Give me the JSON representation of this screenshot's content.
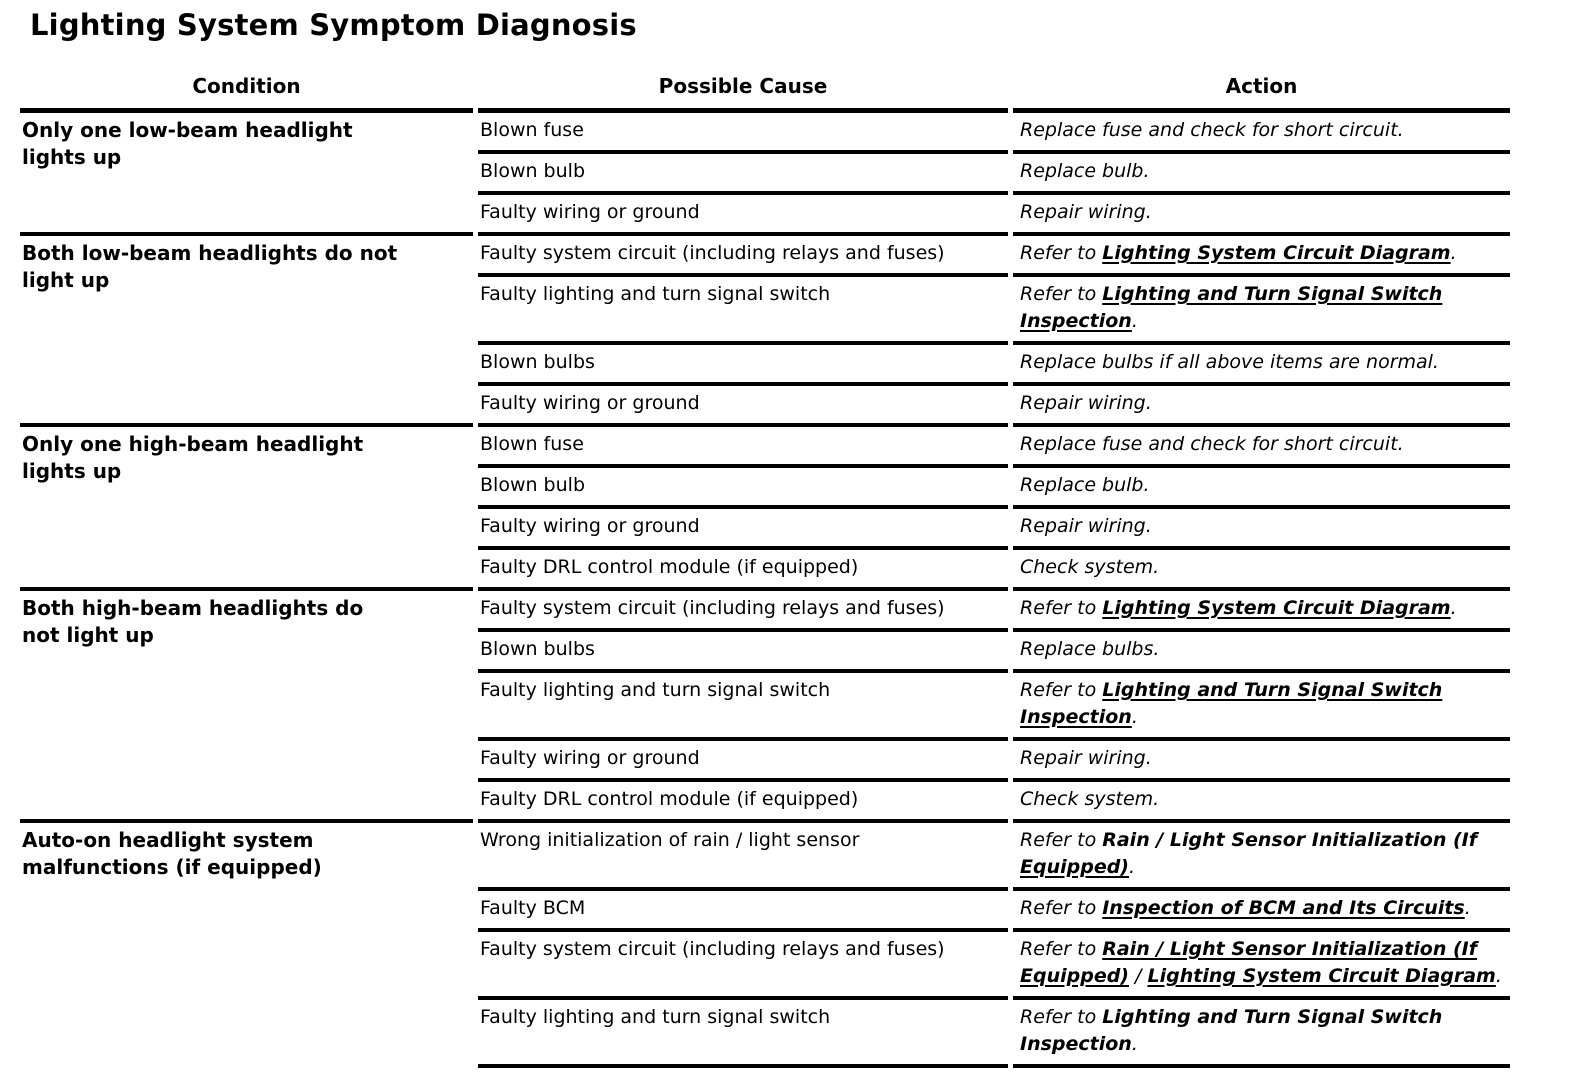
{
  "title": "Lighting System Symptom Diagnosis",
  "table": {
    "headers": {
      "condition": "Condition",
      "cause": "Possible Cause",
      "action": "Action"
    },
    "groups": [
      {
        "condition": "Only one low-beam headlight lights up",
        "rows": [
          {
            "cause": "Blown fuse",
            "action": [
              {
                "text": "Replace fuse and check for short circuit.",
                "style": "plain"
              }
            ]
          },
          {
            "cause": "Blown bulb",
            "action": [
              {
                "text": "Replace bulb.",
                "style": "plain"
              }
            ]
          },
          {
            "cause": "Faulty wiring or ground",
            "action": [
              {
                "text": "Repair wiring.",
                "style": "plain"
              }
            ]
          }
        ]
      },
      {
        "condition": "Both low-beam headlights do not light up",
        "rows": [
          {
            "cause": "Faulty system circuit (including relays and fuses)",
            "action": [
              {
                "text": "Refer to ",
                "style": "plain"
              },
              {
                "text": "Lighting System Circuit Diagram",
                "style": "link"
              },
              {
                "text": ".",
                "style": "plain"
              }
            ]
          },
          {
            "cause": "Faulty lighting and turn signal switch",
            "action": [
              {
                "text": "Refer to ",
                "style": "plain"
              },
              {
                "text": "Lighting and Turn Signal Switch Inspection",
                "style": "link"
              },
              {
                "text": ".",
                "style": "plain"
              }
            ]
          },
          {
            "cause": "Blown bulbs",
            "action": [
              {
                "text": "Replace bulbs if all above items are normal.",
                "style": "plain"
              }
            ]
          },
          {
            "cause": "Faulty wiring or ground",
            "action": [
              {
                "text": "Repair wiring.",
                "style": "plain"
              }
            ]
          }
        ]
      },
      {
        "condition": "Only one high-beam headlight lights up",
        "rows": [
          {
            "cause": "Blown fuse",
            "action": [
              {
                "text": "Replace fuse and check for short circuit.",
                "style": "plain"
              }
            ]
          },
          {
            "cause": "Blown bulb",
            "action": [
              {
                "text": "Replace bulb.",
                "style": "plain"
              }
            ]
          },
          {
            "cause": "Faulty wiring or ground",
            "action": [
              {
                "text": "Repair wiring.",
                "style": "plain"
              }
            ]
          },
          {
            "cause": "Faulty DRL control module (if equipped)",
            "action": [
              {
                "text": "Check system.",
                "style": "plain"
              }
            ]
          }
        ]
      },
      {
        "condition": "Both high-beam headlights do not light up",
        "rows": [
          {
            "cause": "Faulty system circuit (including relays and fuses)",
            "action": [
              {
                "text": "Refer to ",
                "style": "plain"
              },
              {
                "text": "Lighting System Circuit Diagram",
                "style": "link"
              },
              {
                "text": ".",
                "style": "plain"
              }
            ]
          },
          {
            "cause": "Blown bulbs",
            "action": [
              {
                "text": "Replace bulbs.",
                "style": "plain"
              }
            ]
          },
          {
            "cause": "Faulty lighting and turn signal switch",
            "action": [
              {
                "text": "Refer to ",
                "style": "plain"
              },
              {
                "text": "Lighting and Turn Signal Switch Inspection",
                "style": "link"
              },
              {
                "text": ".",
                "style": "plain"
              }
            ]
          },
          {
            "cause": "Faulty wiring or ground",
            "action": [
              {
                "text": "Repair wiring.",
                "style": "plain"
              }
            ]
          },
          {
            "cause": "Faulty DRL control module (if equipped)",
            "action": [
              {
                "text": "Check system.",
                "style": "plain"
              }
            ]
          }
        ]
      },
      {
        "condition": "Auto-on headlight system malfunctions (if equipped)",
        "rows": [
          {
            "cause": "Wrong initialization of rain / light sensor",
            "action": [
              {
                "text": "Refer to ",
                "style": "plain"
              },
              {
                "text": "Rain / Light Sensor Initialization (If ",
                "style": "bold"
              },
              {
                "text": "Equipped)",
                "style": "link"
              },
              {
                "text": ".",
                "style": "plain"
              }
            ]
          },
          {
            "cause": "Faulty BCM",
            "action": [
              {
                "text": "Refer to ",
                "style": "plain"
              },
              {
                "text": "Inspection of BCM and Its Circuits",
                "style": "link"
              },
              {
                "text": ".",
                "style": "plain"
              }
            ]
          },
          {
            "cause": "Faulty system circuit (including relays and fuses)",
            "action": [
              {
                "text": "Refer to ",
                "style": "plain"
              },
              {
                "text": "Rain / Light Sensor Initialization (If Equipped)",
                "style": "link"
              },
              {
                "text": " / ",
                "style": "plain"
              },
              {
                "text": "Lighting System Circuit Diagram",
                "style": "link"
              },
              {
                "text": ".",
                "style": "plain"
              }
            ]
          },
          {
            "cause": "Faulty lighting and turn signal switch",
            "action": [
              {
                "text": "Refer to ",
                "style": "plain"
              },
              {
                "text": "Lighting and Turn Signal Switch Inspection",
                "style": "bold"
              },
              {
                "text": ".",
                "style": "plain"
              }
            ]
          }
        ]
      }
    ]
  }
}
